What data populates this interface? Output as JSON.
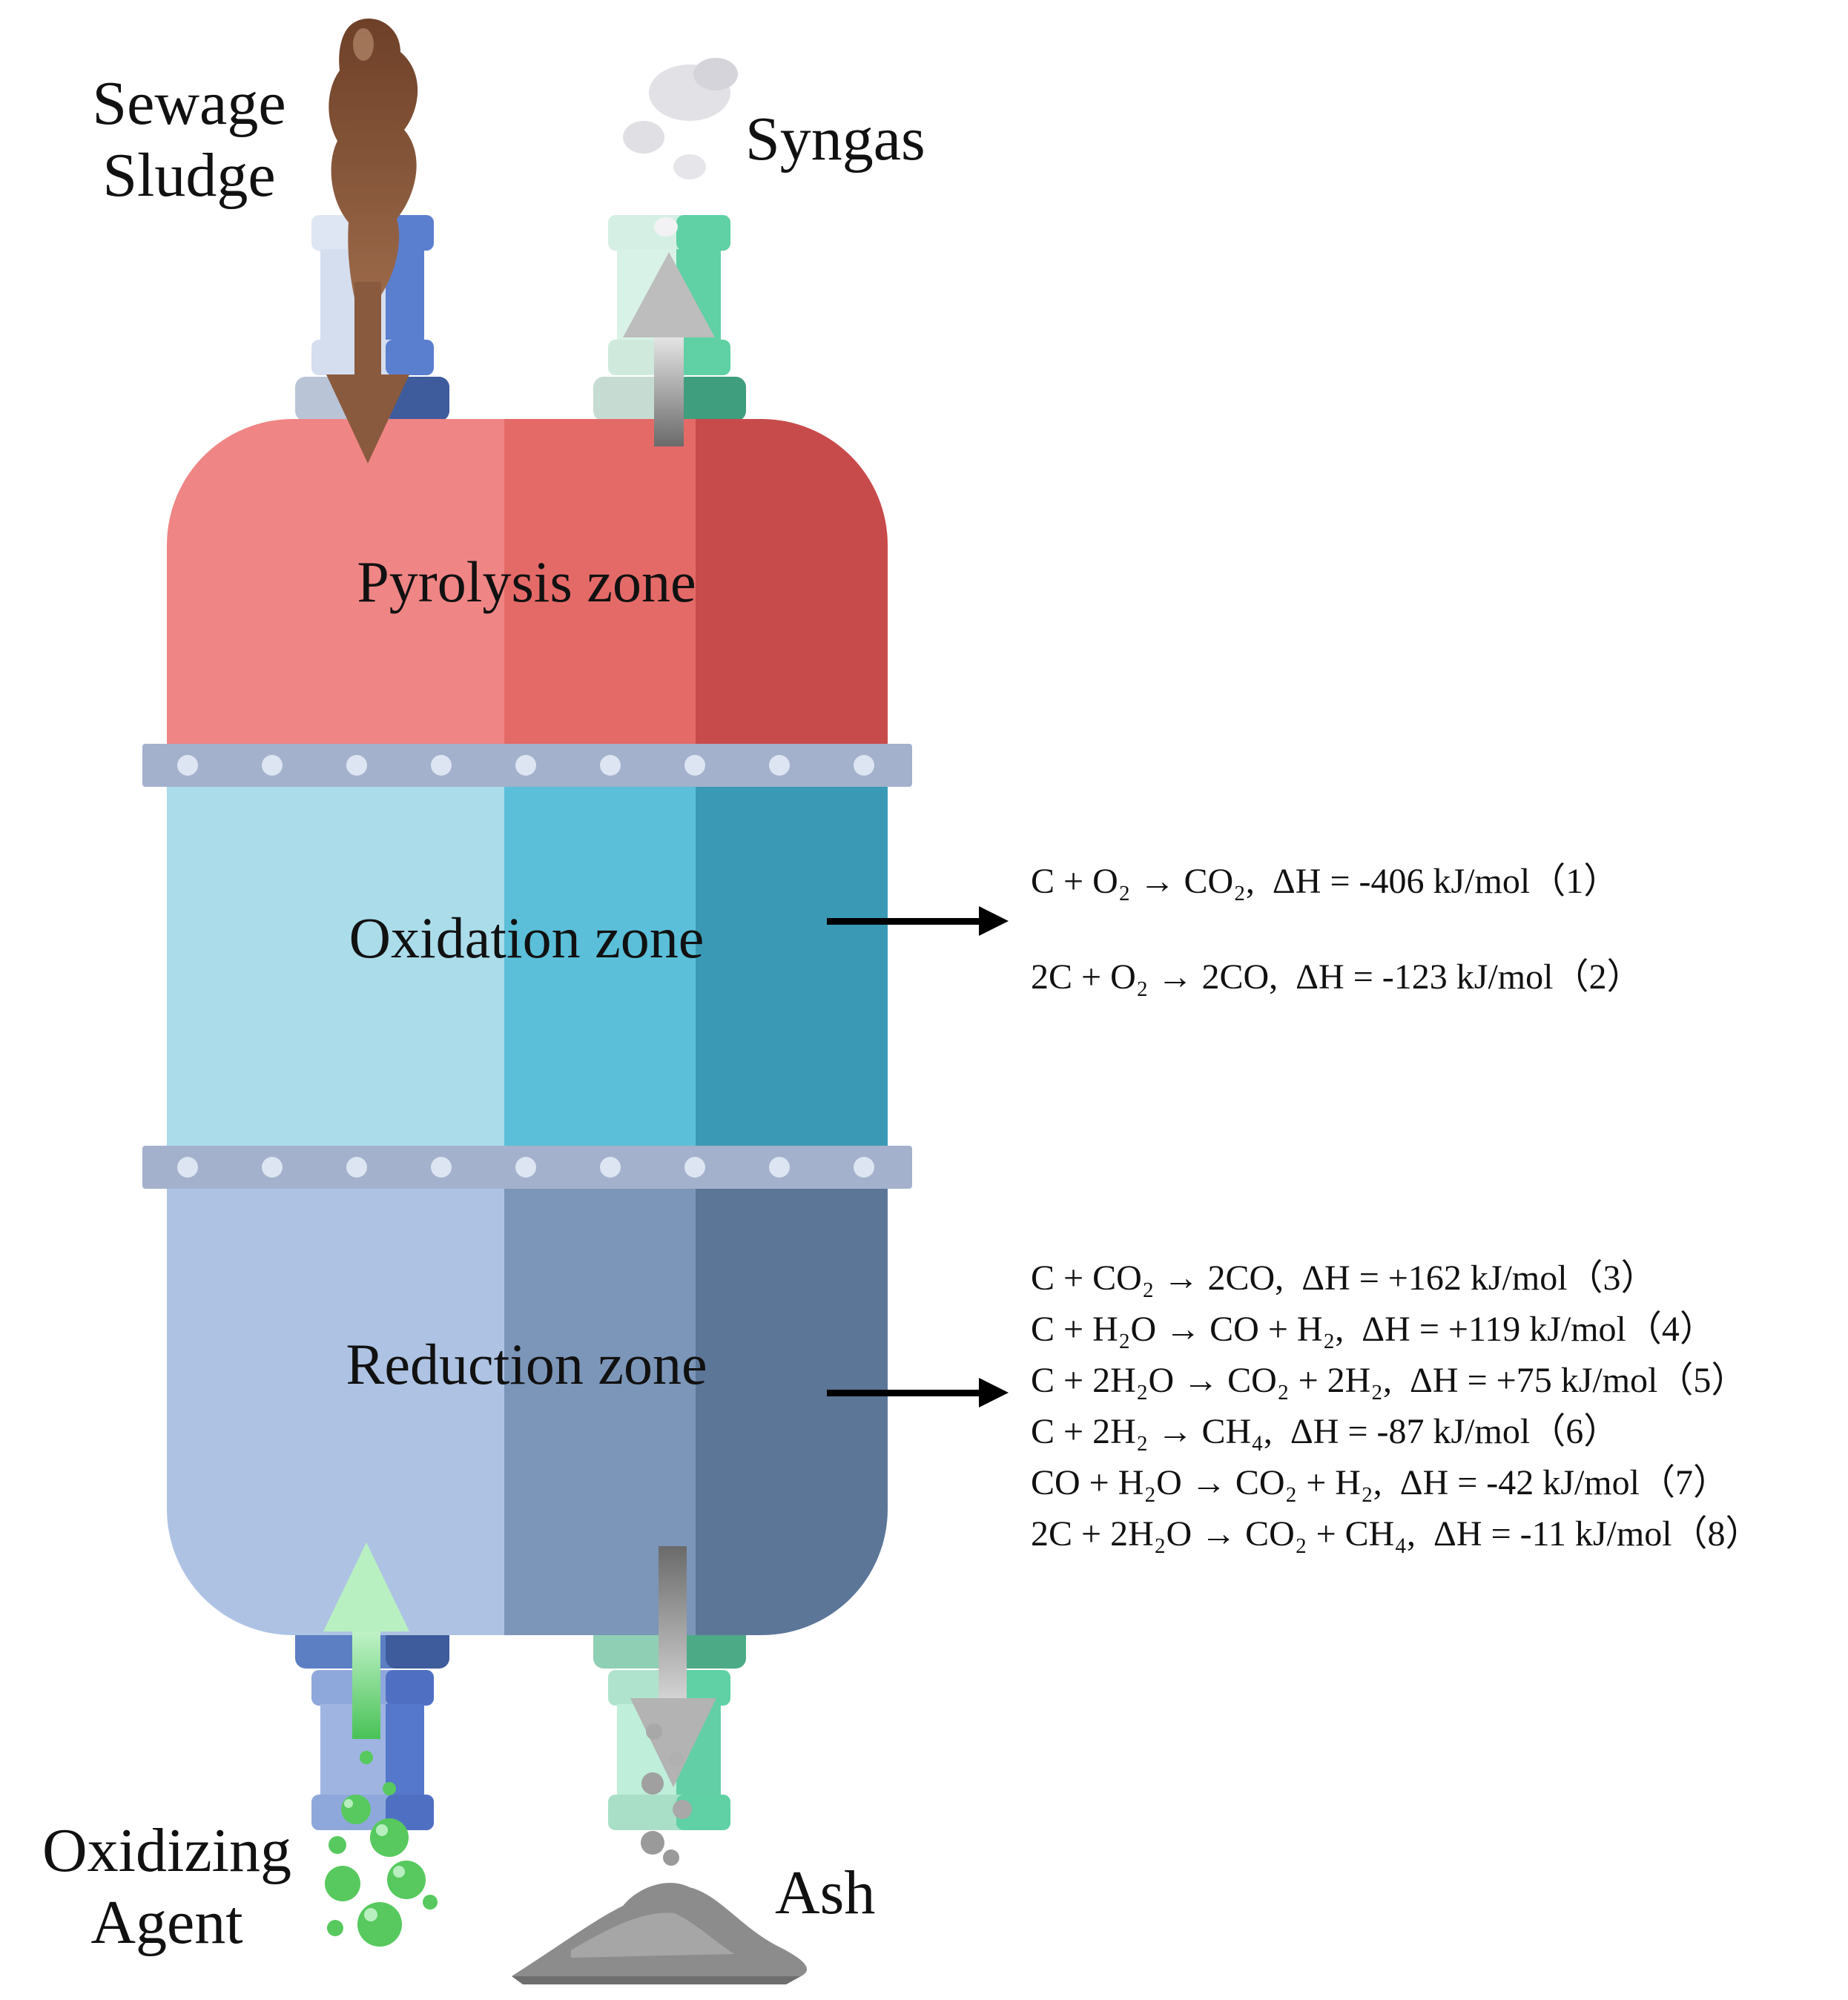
{
  "labels": {
    "sewage_sludge_line1": "Sewage",
    "sewage_sludge_line2": "Sludge",
    "syngas": "Syngas",
    "oxidizing_agent_line1": "Oxidizing",
    "oxidizing_agent_line2": "Agent",
    "ash": "Ash"
  },
  "zones": {
    "pyrolysis": "Pyrolysis zone",
    "oxidation": "Oxidation zone",
    "reduction": "Reduction zone"
  },
  "equations": {
    "oxidation": [
      {
        "reaction": "C + O₂ → CO₂,",
        "enthalpy": "ΔH = -406 kJ/mol",
        "number": "（1）"
      },
      {
        "reaction": "2C + O₂ → 2CO,",
        "enthalpy": "ΔH = -123 kJ/mol",
        "number": "（2）"
      }
    ],
    "reduction": [
      {
        "reaction": "C + CO₂ → 2CO,",
        "enthalpy": "ΔH = +162 kJ/mol",
        "number": "（3）"
      },
      {
        "reaction": "C + H₂O → CO + H₂,",
        "enthalpy": "ΔH = +119 kJ/mol",
        "number": "（4）"
      },
      {
        "reaction": "C + 2H₂O → CO₂ + 2H₂,",
        "enthalpy": "ΔH = +75 kJ/mol",
        "number": "（5）"
      },
      {
        "reaction": "C + 2H₂ → CH₄,",
        "enthalpy": "ΔH = -87 kJ/mol",
        "number": "（6）"
      },
      {
        "reaction": "CO + H₂O → CO₂ + H₂,",
        "enthalpy": "ΔH = -42 kJ/mol",
        "number": "（7）"
      },
      {
        "reaction": "2C + 2H₂O → CO₂ + CH₄,",
        "enthalpy": "ΔH = -11 kJ/mol",
        "number": "（8）"
      }
    ]
  },
  "colors": {
    "pyrolysis": [
      "#f08585",
      "#e46a68",
      "#c84b4b"
    ],
    "oxidation": [
      "#aadcea",
      "#5bbfd9",
      "#3a9ab5"
    ],
    "reduction": [
      "#aec3e3",
      "#7b96b8",
      "#5c7698"
    ],
    "flange": "#a3b1cc",
    "bolt": "#dde5f2",
    "sludge": "#7a4a32",
    "gas_arrow": "#9a9a9a",
    "agent": "#57c95e",
    "ash": "#8c8c8c"
  }
}
